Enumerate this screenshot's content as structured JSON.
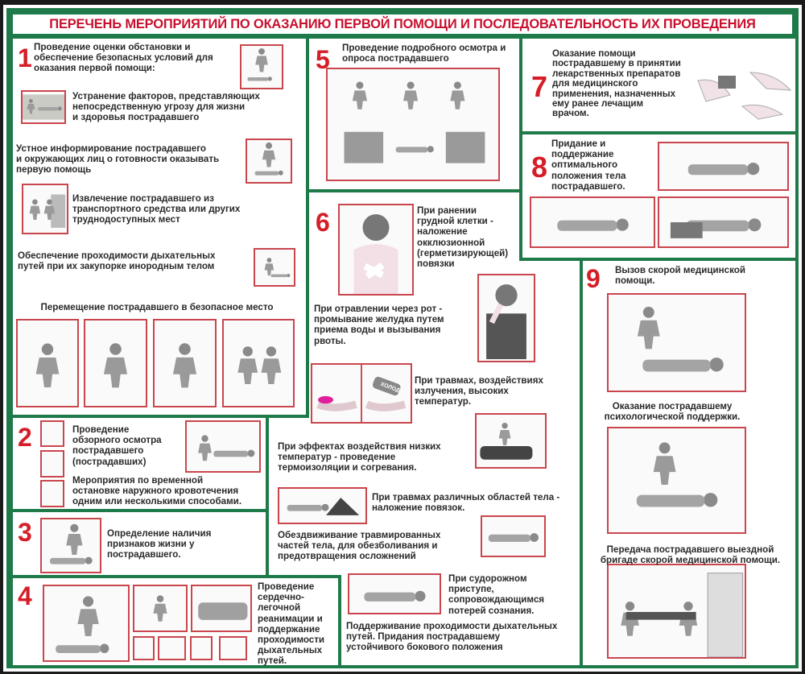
{
  "title": "ПЕРЕЧЕНЬ МЕРОПРИЯТИЙ ПО ОКАЗАНИЮ ПЕРВОЙ ПОМОЩИ И ПОСЛЕДОВАТЕЛЬНОСТЬ ИХ ПРОВЕДЕНИЯ",
  "colors": {
    "frame": "#1f7a4a",
    "accent": "#d51e27",
    "picture_border": "#c9464d"
  },
  "s1": {
    "num": "1",
    "head": "Проведение оценки обстановки и\nобеспечение безопасных условий для\nоказания первой помощи:",
    "a": "Устранение факторов, представляющих\nнепосредственную угрозу для жизни\nи здоровья пострадавшего",
    "b": "Устное информирование пострадавшего\nи окружающих лиц о готовности оказывать\nпервую помощь",
    "c": "Извлечение пострадавшего из\nтранспортного средства или других\nтруднодоступных мест",
    "d": "Обеспечение проходимости дыхательных\nпутей при их закупорке инородным телом",
    "e": "Перемещение пострадавшего в безопасное место"
  },
  "s2": {
    "num": "2",
    "a": "Проведение\nобзорного осмотра\nпострадавшего\n(пострадавших)",
    "b": "Мероприятия по временной\nостановке наружного кровотечения\nодним или несколькими способами."
  },
  "s3": {
    "num": "3",
    "a": "Определение наличия\nпризнаков жизни у\nпострадавшего."
  },
  "s4": {
    "num": "4",
    "a": "Проведение\nсердечно-\nлегочной\nреанимации и\nподдержание\nпроходимости\nдыхательных\nпутей."
  },
  "s5": {
    "num": "5",
    "a": "Проведение подробного осмотра и\nопроса пострадавшего"
  },
  "s6": {
    "num": "6",
    "a": "При ранении\nгрудной клетки -\nналожение\nокклюзионной\n(герметизирующей)\nповязки",
    "b": "При отравлении через рот -\nпромывание желудка путем\nприема воды и вызывания\nрвоты.",
    "c": "При травмах, воздействиях\nизлучения, высоких\nтемператур.",
    "cold_label": "ХОЛОД",
    "d": "При эффектах воздействия низких\nтемператур - проведение\nтермоизоляции и согревания.",
    "e": "При травмах различных областей тела -\nналожение повязок.",
    "f": "Обездвиживание травмированных\nчастей тела, для обезболивания и\nпредотвращения осложнений",
    "g": "При судорожном\nприступе,\nсопровождающимся\nпотерей сознания.",
    "h": "Поддерживание проходимости дыхательных\nпутей. Придания пострадавшему\nустойчивого бокового положения"
  },
  "s7": {
    "num": "7",
    "a": "Оказание помощи\nпострадавшему в принятии\nлекарственных препаратов\nдля медицинского\nприменения, назначенных\nему ранее лечащим\nврачом."
  },
  "s8": {
    "num": "8",
    "a": "Придание и\nподдержание\nоптимального\nположения тела\nпострадавшего."
  },
  "s9": {
    "num": "9",
    "a": "Вызов скорой медицинской\nпомощи.",
    "b": "Оказание пострадавшему\nпсихологической поддержки.",
    "c": "Передача пострадавшего выездной\nбригаде скорой медицинской помощи."
  }
}
